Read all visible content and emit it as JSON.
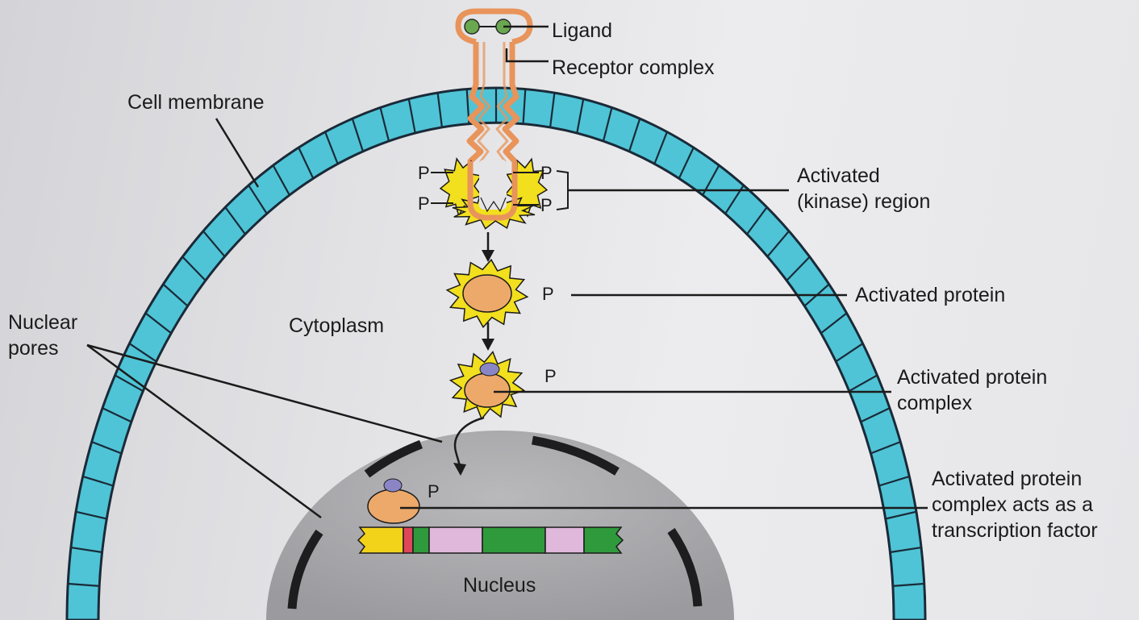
{
  "labels": {
    "ligand": "Ligand",
    "receptor_complex": "Receptor complex",
    "cell_membrane": "Cell membrane",
    "activated_region_line1": "Activated",
    "activated_region_line2": "(kinase) region",
    "activated_protein": "Activated protein",
    "cytoplasm": "Cytoplasm",
    "nuclear_pores_line1": "Nuclear",
    "nuclear_pores_line2": "pores",
    "activated_complex_line1": "Activated protein",
    "activated_complex_line2": "complex",
    "transcription_line1": "Activated protein",
    "transcription_line2": "complex acts as a",
    "transcription_line3": "transcription factor",
    "nucleus": "Nucleus",
    "phosphate": "P"
  },
  "colors": {
    "membrane_fill": "#4fc4d6",
    "membrane_stroke": "#1a2a38",
    "receptor": "#e8945a",
    "ligand": "#6aa84f",
    "kinase_star": "#f2df1e",
    "protein_body": "#eda96a",
    "bound_cofactor": "#8a86c6",
    "nucleus_fill": "#a9a9ab",
    "dna_yellow": "#f3d21a",
    "dna_red": "#e0465a",
    "dna_green": "#2f9a3c",
    "dna_pink": "#e0b8dc"
  }
}
